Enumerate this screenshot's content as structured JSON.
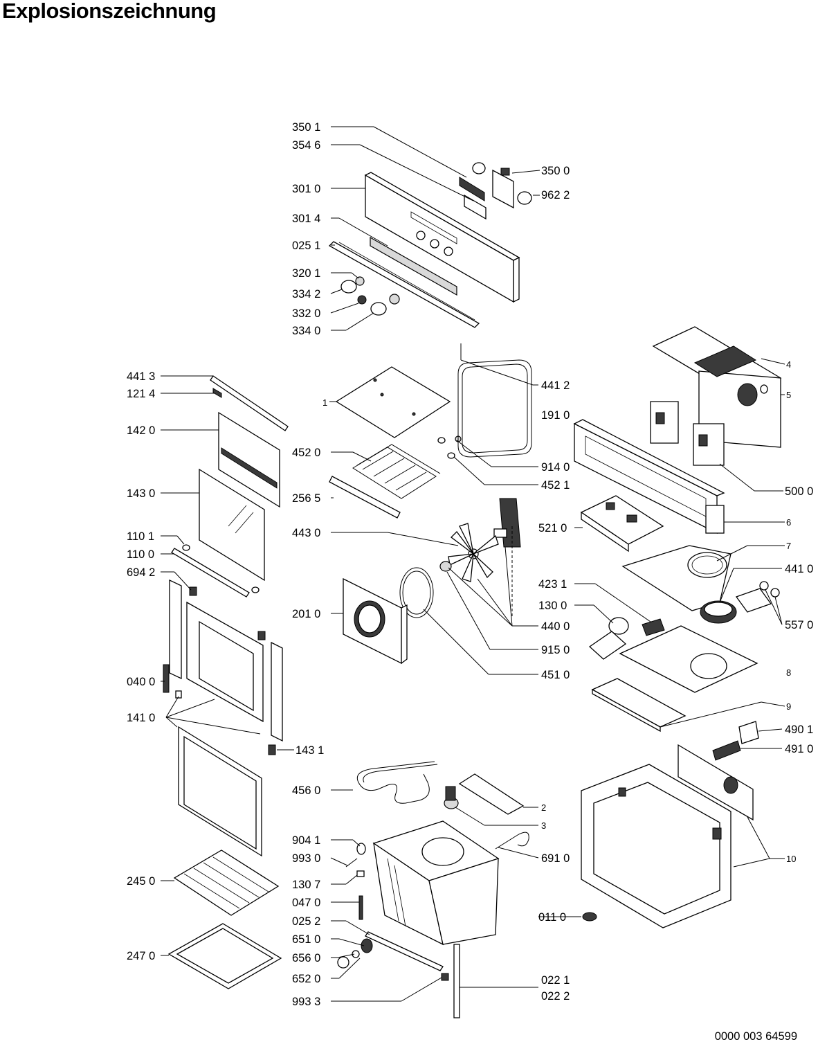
{
  "title": "Explosionszeichnung",
  "document_number": "0000 003 64599",
  "labels": {
    "l350_1": "350 1",
    "l354_6": "354 6",
    "l301_0": "301 0",
    "l301_4": "301 4",
    "l025_1": "025 1",
    "l320_1": "320 1",
    "l334_2": "334 2",
    "l332_0": "332 0",
    "l334_0": "334 0",
    "l350_0": "350 0",
    "l962_2": "962 2",
    "l441_3": "441 3",
    "l121_4": "121 4",
    "l142_0": "142 0",
    "l143_0": "143 0",
    "l110_1": "110 1",
    "l110_0": "110 0",
    "l694_2": "694 2",
    "l040_0": "040 0",
    "l141_0": "141 0",
    "l143_1": "143 1",
    "l245_0": "245 0",
    "l247_0": "247 0",
    "l1": "1",
    "l452_0": "452 0",
    "l256_5": "256 5",
    "l443_0": "443 0",
    "l201_0": "201 0",
    "l441_2": "441 2",
    "l191_0": "191 0",
    "l914_0": "914 0",
    "l452_1": "452 1",
    "l440_0": "440 0",
    "l915_0": "915 0",
    "l451_0": "451 0",
    "l521_0": "521 0",
    "l423_1": "423 1",
    "l130_0": "130 0",
    "l4": "4",
    "l5": "5",
    "l500_0": "500 0",
    "l6": "6",
    "l7": "7",
    "l441_0": "441 0",
    "l557_0": "557 0",
    "l8": "8",
    "l9": "9",
    "l490_1": "490 1",
    "l491_0": "491 0",
    "l10": "10",
    "l456_0": "456 0",
    "l2": "2",
    "l3": "3",
    "l904_1": "904 1",
    "l993_0": "993 0",
    "l130_7": "130 7",
    "l047_0": "047 0",
    "l025_2": "025 2",
    "l651_0": "651 0",
    "l656_0": "656 0",
    "l652_0": "652 0",
    "l993_3": "993 3",
    "l691_0": "691 0",
    "l011_0": "011 0",
    "l022_1": "022 1",
    "l022_2": "022 2"
  }
}
